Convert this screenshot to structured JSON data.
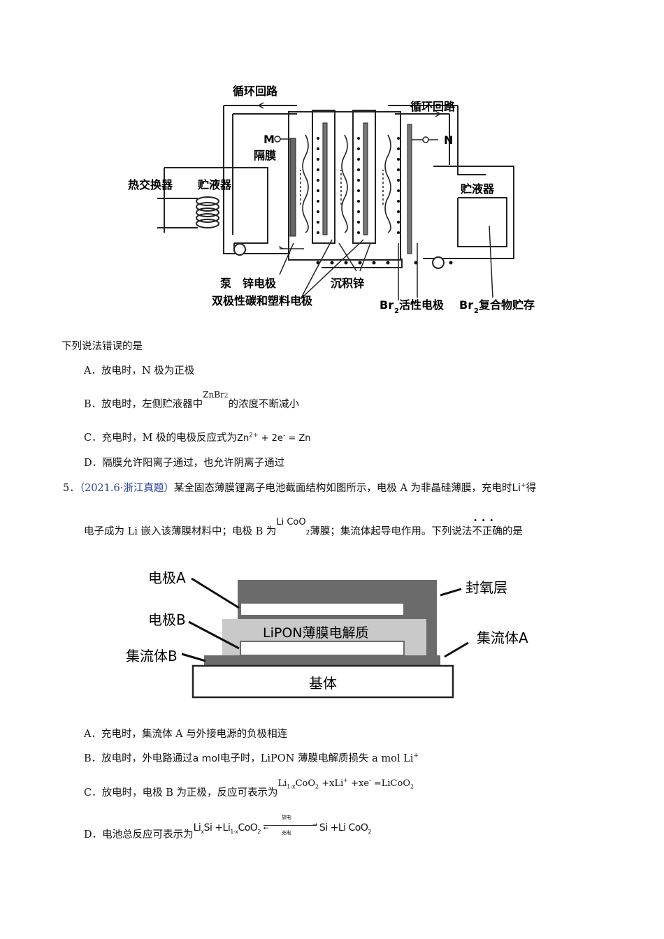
{
  "figure1": {
    "labels": {
      "loop_left": "循环回路",
      "loop_right": "循环回路",
      "m": "M",
      "n": "N",
      "membrane": "隔膜",
      "heat_exchanger": "热交换器",
      "reservoir_left": "贮液器",
      "reservoir_right": "贮液器",
      "pump": "泵",
      "zinc_electrode": "锌电极",
      "deposited_zinc": "沉积锌",
      "bipolar": "双极性碳和塑料电极",
      "br2_electrode": "活性电极",
      "br2_storage": "复合物贮存",
      "br": "Br",
      "sub2": "2"
    }
  },
  "q4": {
    "stem": "下列说法错误的是",
    "a": "A．放电时，N 极为正极",
    "b_pre": "B．放电时，左侧贮液器中",
    "b_formula": "ZnBr",
    "b_formula_sub": "2",
    "b_post": "的浓度不断减小",
    "c_pre": "C．充电时，M 极的电极反应式为",
    "c_formula": "Zn",
    "c_sup": "2+",
    "c_rest": " + 2e",
    "c_sup2": "-",
    "c_tail": "  = Zn",
    "d": "D．隔膜允许阳离子通过，也允许阴离子通过"
  },
  "q5": {
    "number": "5．",
    "source": "（2021.6·浙江真题）",
    "line1": "某全固态薄膜锂离子电池截面结构如图所示，电极 A 为非晶硅薄膜，充电时",
    "li": "Li",
    "li_sup": "+",
    "line1_end": "得",
    "line2_pre": "电子成为 Li 嵌入该薄膜材料中；电极 B 为",
    "licoo2": "Li CoO",
    "licoo2_sub": "2",
    "line2_mid": "薄膜；集流体起导电作用。下列说法",
    "emph": "不正确",
    "line2_end": "的是",
    "figure": {
      "electrode_a": "电极A",
      "electrode_b": "电极B",
      "collector_b": "集流体B",
      "seal": "封氧层",
      "collector_a": "集流体A",
      "lipon": "LiPON薄膜电解质",
      "substrate": "基体"
    },
    "a": "A．充电时，集流体 A 与外接电源的负极相连",
    "b_pre": "B．放电时，外电路通过",
    "b_amol": "a mol",
    "b_mid": "电子时，LiPON 薄膜电解质损失 a mol Li",
    "b_sup": "+",
    "c_pre": "C．放电时，电极 B 为正极，反应可表示为",
    "c_formula": "Li",
    "c_sub": "1-x",
    "c_rest": "CoO",
    "c_sub2": "2",
    "c_tail": " +xLi",
    "c_sup": "+",
    "c_tail2": " +xe",
    "c_sup2": "-",
    "c_tail3": " =LiCoO",
    "c_sub3": "2",
    "d_pre": "D．电池总反应可表示为",
    "d_formula": "Li",
    "d_sub": "x",
    "d_mid": "Si +Li",
    "d_sub2": "1-x",
    "d_mid2": "CoO",
    "d_sub3": "2",
    "d_end": "Si +Li CoO",
    "d_sub4": "2",
    "d_discharge": "放电",
    "d_charge": "充电"
  }
}
